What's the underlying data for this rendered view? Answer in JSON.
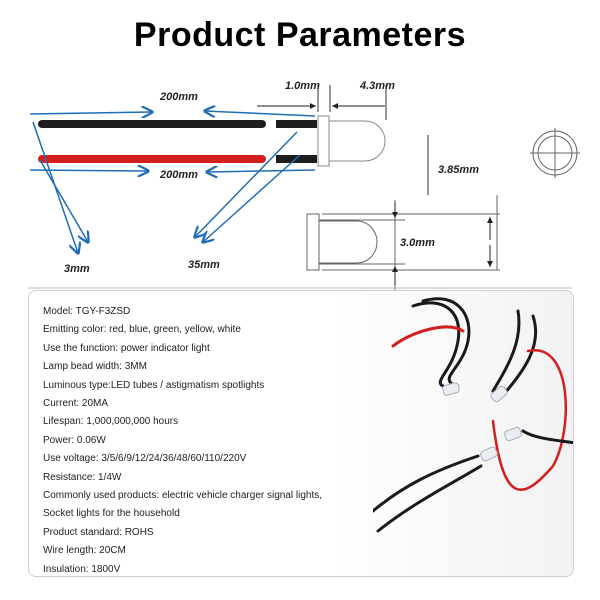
{
  "title": "Product Parameters",
  "diagram": {
    "wire_length_top": "200mm",
    "wire_length_bottom": "200mm",
    "gap": "1.0mm",
    "body_length": "4.3mm",
    "outer_diameter": "3.85mm",
    "bead_diameter": "3.0mm",
    "wire_diameter": "3mm",
    "strip_length": "35mm",
    "colors": {
      "arrow": "#1f6db5",
      "wire_black": "#1e1e1e",
      "wire_red": "#d41f1f"
    }
  },
  "specs": [
    "Model: TGY-F3ZSD",
    "Emitting color: red, blue, green, yellow, white",
    "Use the function: power indicator light",
    "Lamp bead width: 3MM",
    "Luminous type:LED tubes / astigmatism spotlights",
    "Current: 20MA",
    "Lifespan: 1,000,000,000 hours",
    "Power: 0.06W",
    "Use voltage: 3/5/6/9/12/24/36/48/60/110/220V",
    "Resistance: 1/4W",
    "Commonly used products: electric vehicle charger signal lights,",
    "Socket lights for the household",
    "Product standard: ROHS",
    "Wire length: 20CM",
    "Insulation: 1800V"
  ]
}
